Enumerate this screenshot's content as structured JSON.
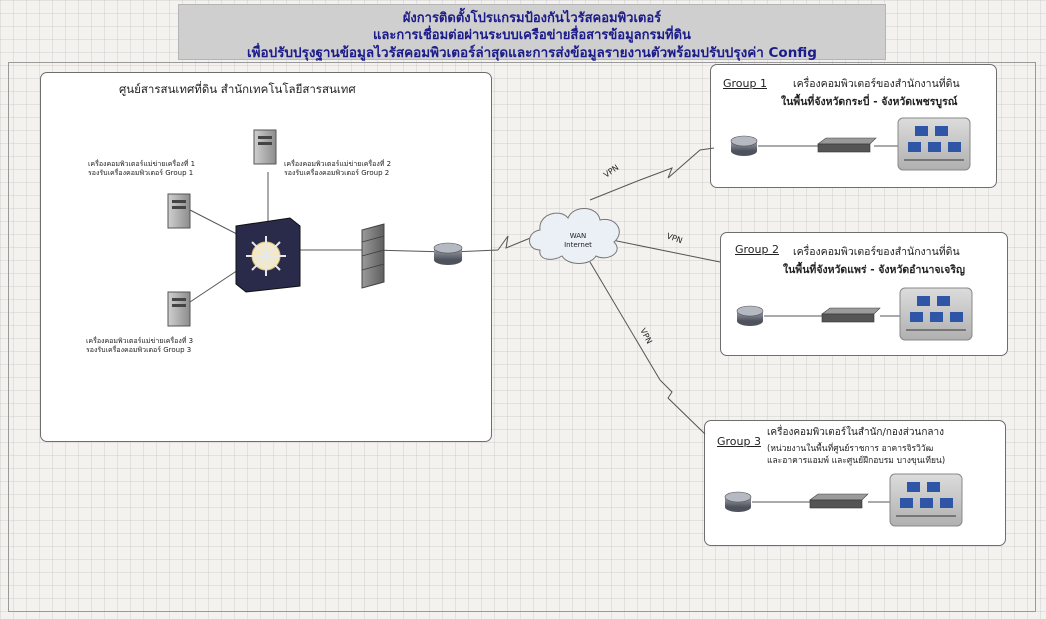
{
  "title": {
    "line1": "ผังการติดตั้งโปรแกรมป้องกันไวรัสคอมพิวเตอร์",
    "line2": "และการเชื่อมต่อผ่านระบบเครือข่ายสื่อสารข้อมูลกรมที่ดิน",
    "line3": "เพื่อปรับปรุงฐานข้อมูลไวรัสคอมพิวเตอร์ล่าสุดและการส่งข้อมูลรายงานตัวพร้อมปรับปรุงค่า Config"
  },
  "data_center": {
    "title": "ศูนย์สารสนเทศที่ดิน สำนักเทคโนโลยีสารสนเทศ",
    "server1_line1": "เครื่องคอมพิวเตอร์แม่ข่ายเครื่องที่ 1",
    "server1_line2": "รองรับเครื่องคอมพิวเตอร์ Group 1",
    "server2_line1": "เครื่องคอมพิวเตอร์แม่ข่ายเครื่องที่ 2",
    "server2_line2": "รองรับเครื่องคอมพิวเตอร์ Group 2",
    "server3_line1": "เครื่องคอมพิวเตอร์แม่ข่ายเครื่องที่ 3",
    "server3_line2": "รองรับเครื่องคอมพิวเตอร์ Group 3"
  },
  "cloud": {
    "line1": "WAN",
    "line2": "Internet"
  },
  "vpn_label": "VPN",
  "groups": [
    {
      "label": "Group 1",
      "line1": "เครื่องคอมพิวเตอร์ของสำนักงานที่ดิน",
      "line2": "ในพื้นที่จังหวัดกระบี่ - จังหวัดเพชรบูรณ์"
    },
    {
      "label": "Group 2",
      "line1": "เครื่องคอมพิวเตอร์ของสำนักงานที่ดิน",
      "line2": "ในพื้นที่จังหวัดแพร่ - จังหวัดอำนาจเจริญ"
    },
    {
      "label": "Group 3",
      "line1": "เครื่องคอมพิวเตอร์ในสำนัก/กองส่วนกลาง",
      "line2": "(หน่วยงานในพื้นที่ศูนย์ราชการ อาคารจิรวิวัฒ",
      "line3": "และอาคารแอมพ์ และศูนย์ฝึกอบรม บางขุนเทียน)"
    }
  ],
  "colors": {
    "title": "#1b1b8a",
    "switch": "#2a2a4a",
    "firewall": "#8a8a8a"
  }
}
